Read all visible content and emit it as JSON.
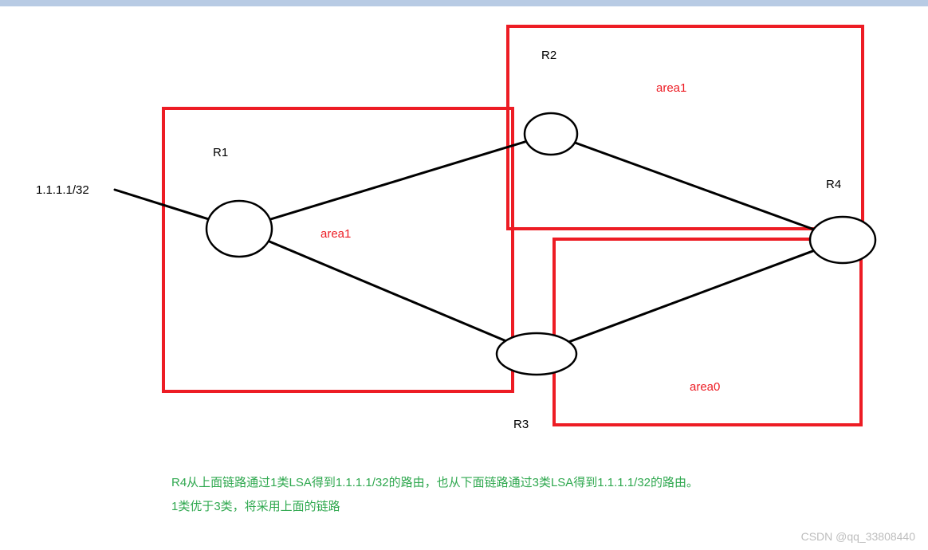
{
  "colors": {
    "area_border": "#ed1c24",
    "area_label": "#ed1c24",
    "link": "#000000",
    "router_fill": "#ffffff",
    "router_stroke": "#000000",
    "annotation": "#2fa84f",
    "watermark": "#bdbdbd",
    "top_strip": "#b8cbe4",
    "background": "#ffffff"
  },
  "diagram": {
    "prefix": "1.1.1.1/32",
    "routers": {
      "r1": "R1",
      "r2": "R2",
      "r3": "R3",
      "r4": "R4"
    },
    "areas": {
      "left": "area1",
      "top_right": "area1",
      "bottom": "area0"
    }
  },
  "annotation": {
    "line1": "R4从上面链路通过1类LSA得到1.1.1.1/32的路由，也从下面链路通过3类LSA得到1.1.1.1/32的路由。",
    "line2": "1类优于3类，将采用上面的链路"
  },
  "watermark": "CSDN @qq_33808440"
}
